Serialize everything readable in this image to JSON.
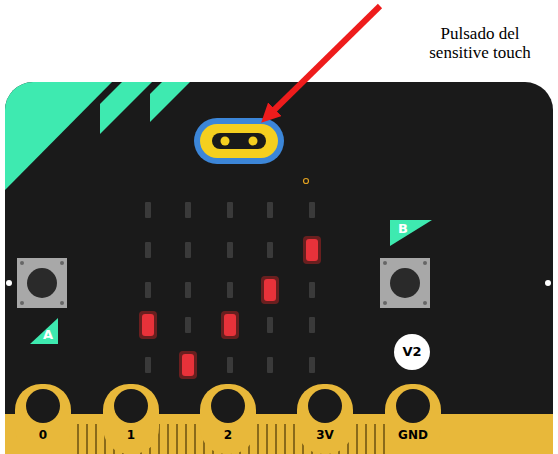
{
  "diagram": {
    "labels": [
      "Pulsado del sensitive touch",
      "A",
      "B",
      "V2",
      "0",
      "1",
      "2",
      "3V",
      "GND"
    ]
  }
}
